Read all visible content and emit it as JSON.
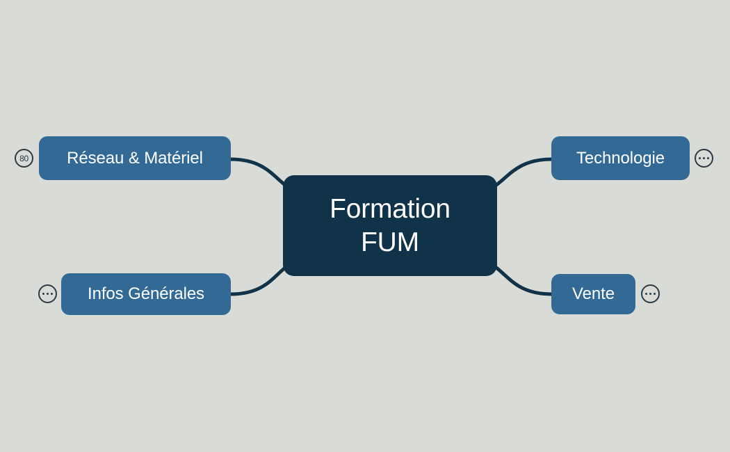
{
  "diagram": {
    "type": "mind-map",
    "background_color": "#d9dcd6",
    "central": {
      "label": "Formation\nFUM",
      "color": "#113349",
      "text_color": "#ffffff"
    },
    "branch_color": "#336a95",
    "branch_text_color": "#ffffff",
    "edge_color": "#113349",
    "badge_color": "#2b3a43",
    "branches": [
      {
        "id": "reseau",
        "label": "Réseau & Matériel",
        "side": "left",
        "badge": "80",
        "badge_type": "count"
      },
      {
        "id": "infos",
        "label": "Infos Générales",
        "side": "left",
        "badge": "...",
        "badge_type": "ellipsis"
      },
      {
        "id": "technologie",
        "label": "Technologie",
        "side": "right",
        "badge": "...",
        "badge_type": "ellipsis"
      },
      {
        "id": "vente",
        "label": "Vente",
        "side": "right",
        "badge": "...",
        "badge_type": "ellipsis"
      }
    ]
  }
}
